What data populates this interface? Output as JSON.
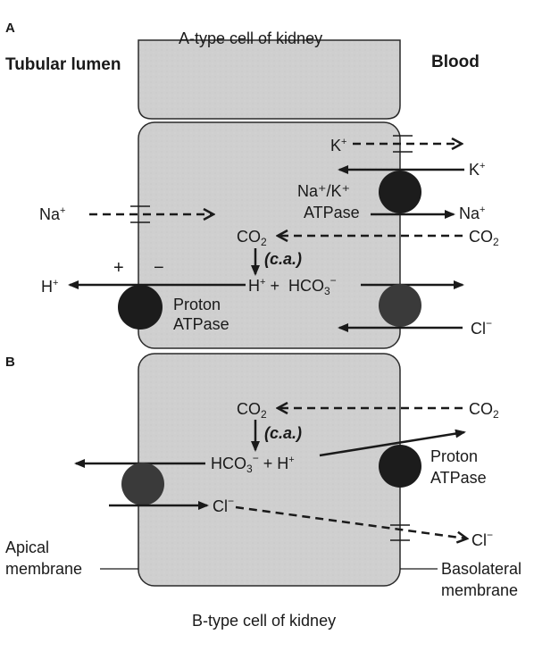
{
  "panels": {
    "a_letter": "A",
    "b_letter": "B",
    "a_title": "A-type cell of kidney",
    "b_title": "B-type cell of kidney"
  },
  "sides": {
    "left": "Tubular lumen",
    "right": "Blood"
  },
  "ions": {
    "K": "K",
    "Na": "Na",
    "H": "H",
    "Cl": "Cl",
    "CO": "CO",
    "HCO": "HCO",
    "plus": "+",
    "minus": "−",
    "sup_plus": "+",
    "sup_minus": "−",
    "sub_2": "2",
    "sub_3": "3"
  },
  "transporters": {
    "na_k_line1": "Na⁺/K⁺",
    "na_k_line2": "ATPase",
    "proton_line1": "Proton",
    "proton_line2": "ATPase"
  },
  "enzyme": "(c.a.)",
  "membranes": {
    "apical_line1": "Apical",
    "apical_line2": "membrane",
    "basolateral_line1": "Basolateral",
    "basolateral_line2": "membrane"
  },
  "colors": {
    "cell_fill": "#cfcfcf",
    "cell_stroke": "#2a2a2a",
    "pump_dark": "#1c1c1c",
    "pump_mid": "#3a3a3a",
    "arrow": "#1a1a1a"
  }
}
